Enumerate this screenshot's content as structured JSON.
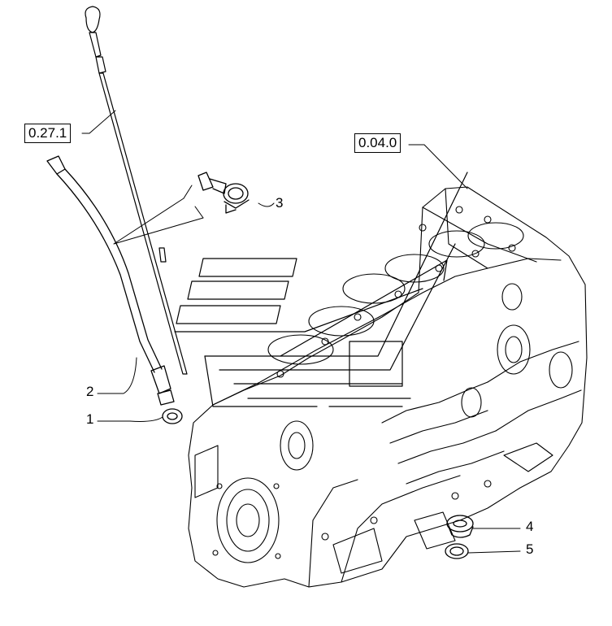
{
  "references": [
    {
      "id": "ref-a",
      "label": "0.27.1"
    },
    {
      "id": "ref-b",
      "label": "0.04.0"
    }
  ],
  "callouts": [
    {
      "id": "c1",
      "label": "1"
    },
    {
      "id": "c2",
      "label": "2"
    },
    {
      "id": "c3",
      "label": "3"
    },
    {
      "id": "c4",
      "label": "4"
    },
    {
      "id": "c5",
      "label": "5"
    }
  ],
  "colors": {
    "line": "#000000",
    "background": "#ffffff"
  }
}
